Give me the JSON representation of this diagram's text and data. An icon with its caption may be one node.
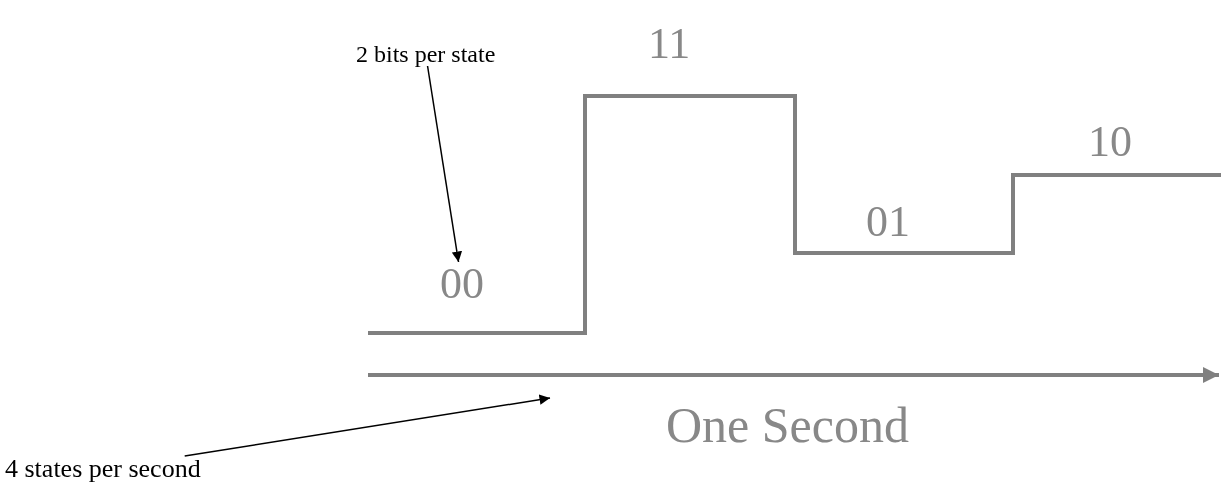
{
  "diagram": {
    "nodes": [
      {
        "text": [
          "2 bits per state"
        ]
      },
      {
        "text": [
          "00"
        ]
      },
      {
        "text": [
          "4 states per second"
        ]
      }
    ],
    "edges": [
      {
        "from": 0,
        "to": 1,
        "arrow": "to"
      },
      {
        "from": 2,
        "to": null,
        "arrow": "to"
      }
    ],
    "labels": [
      "11",
      "10",
      "01",
      "One Second"
    ]
  }
}
